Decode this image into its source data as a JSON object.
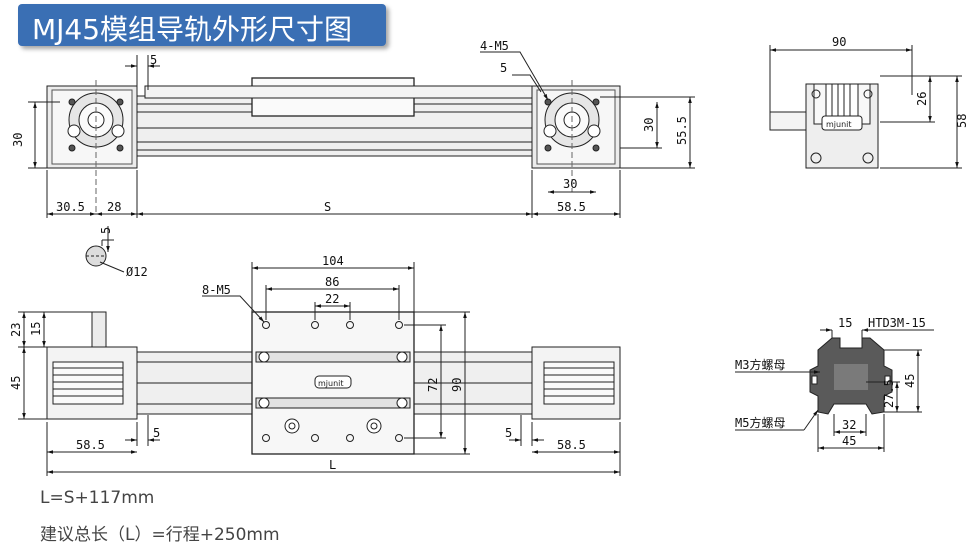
{
  "title": "MJ45模组导轨外形尺寸图",
  "notes": [
    "L=S+117mm",
    "建议总长（L）=行程+250mm"
  ],
  "front_view": {
    "dims": {
      "d5_top": "5",
      "d30_left": "30",
      "d30_5": "30.5",
      "d28": "28",
      "dS": "S",
      "d58_5": "58.5",
      "d4m5": "4-M5",
      "d5_right": "5",
      "d30_right": "30",
      "d55_5": "55.5",
      "d30_bottom": "30"
    }
  },
  "shaft_detail": {
    "d5": "5",
    "d12": "Ø12"
  },
  "end_view": {
    "d90": "90",
    "d26": "26",
    "d58": "58",
    "logo": "mjunit"
  },
  "top_view": {
    "dims": {
      "d104": "104",
      "d86": "86",
      "d22": "22",
      "d8m5": "8-M5",
      "d23": "23",
      "d15": "15",
      "d45": "45",
      "d72": "72",
      "d90": "90",
      "d58_5_left": "58.5",
      "d5_left": "5",
      "d5_right": "5",
      "d58_5_right": "58.5",
      "dL": "L"
    },
    "logo": "mjunit"
  },
  "profile_view": {
    "d15": "15",
    "htd": "HTD3M-15",
    "m3": "M3方螺母",
    "m5": "M5方螺母",
    "d27_5": "27.5",
    "d45_v": "45",
    "d32": "32",
    "d45_h": "45"
  }
}
